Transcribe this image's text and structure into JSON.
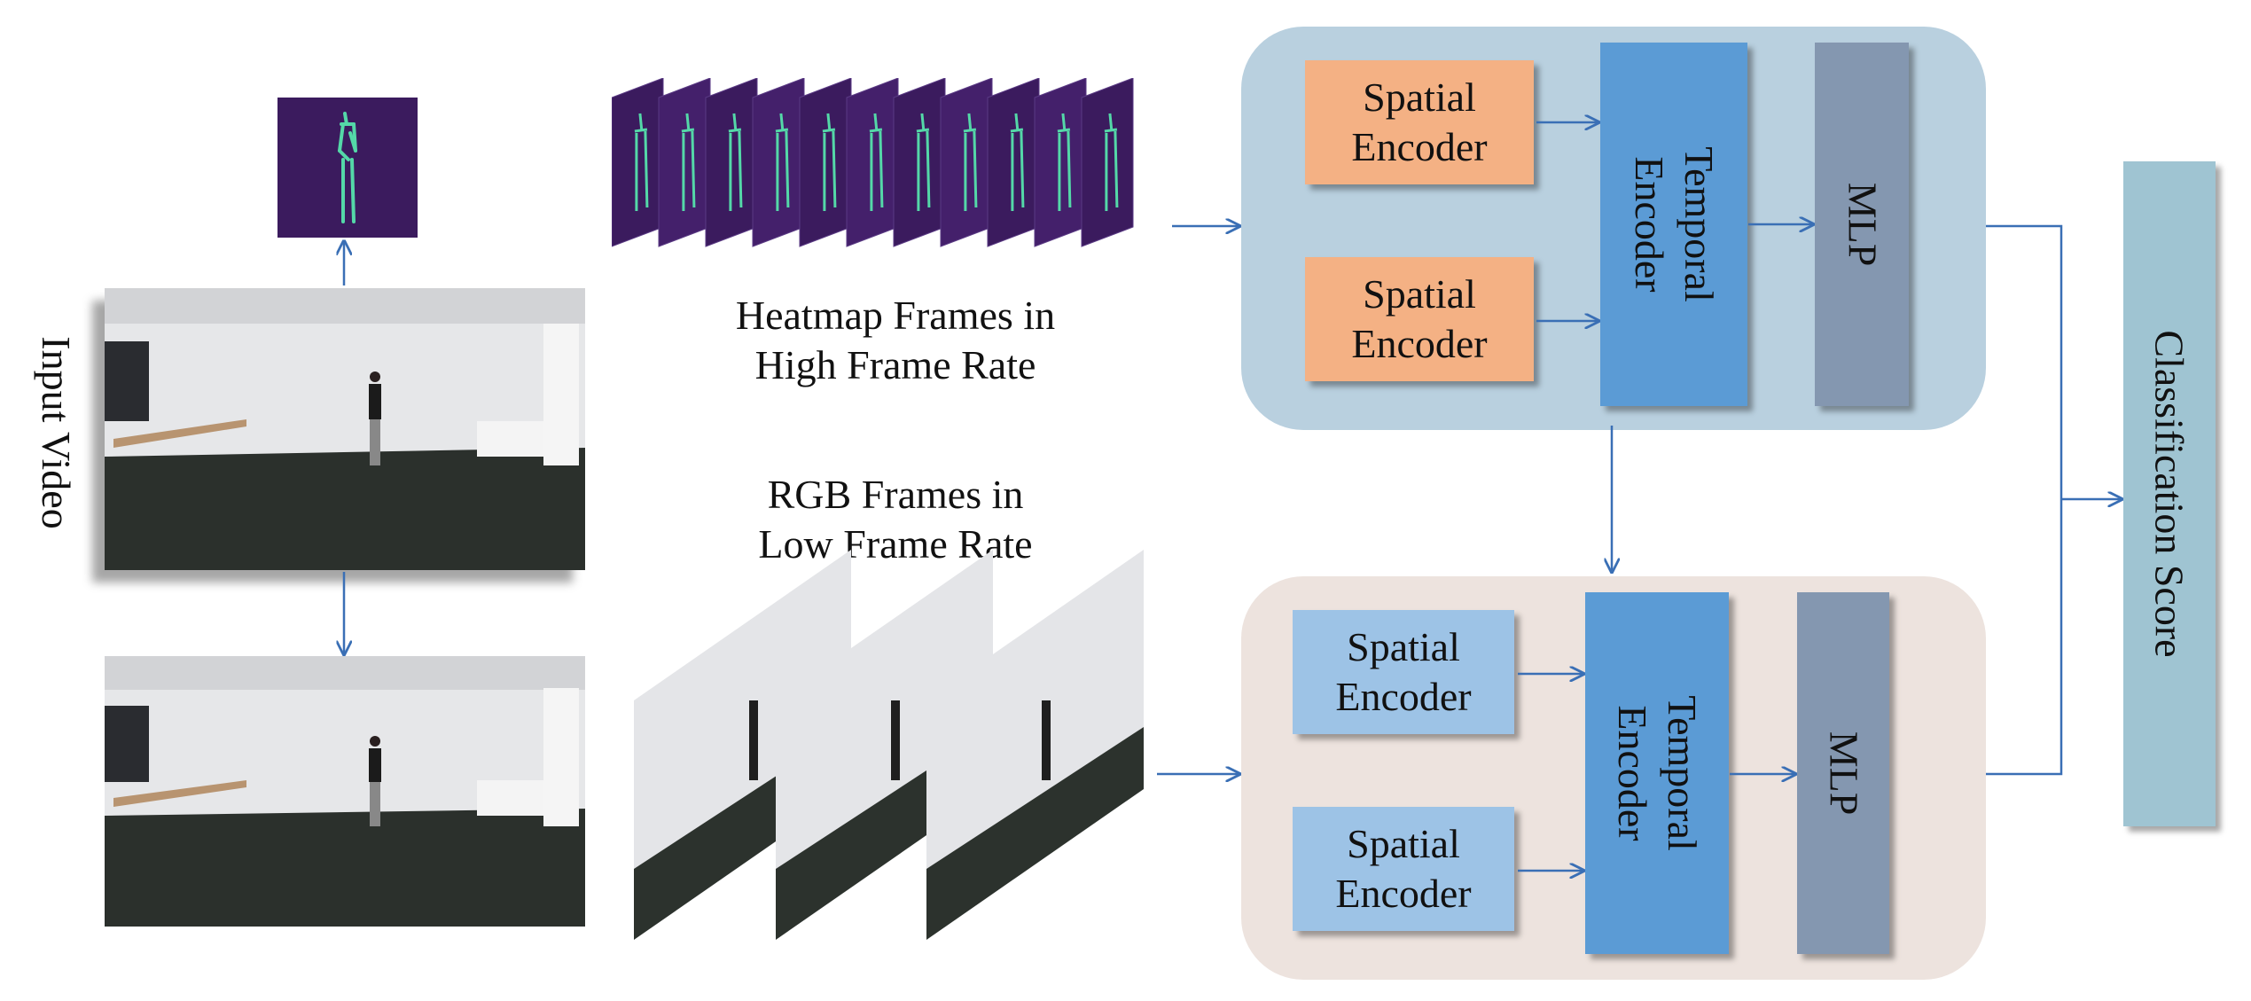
{
  "labels": {
    "input_video": "Input Video",
    "heatmap_line1": "Heatmap Frames in",
    "heatmap_line2": "High Frame Rate",
    "rgb_line1": "RGB Frames in",
    "rgb_line2": "Low Frame Rate",
    "classification": "Classification Score"
  },
  "heatmap_branch": {
    "spatial_encoder_1": [
      "Spatial",
      "Encoder"
    ],
    "spatial_encoder_2": [
      "Spatial",
      "Encoder"
    ],
    "temporal_encoder": [
      "Temporal",
      "Encoder"
    ],
    "mlp": "MLP"
  },
  "rgb_branch": {
    "spatial_encoder_1": [
      "Spatial",
      "Encoder"
    ],
    "spatial_encoder_2": [
      "Spatial",
      "Encoder"
    ],
    "temporal_encoder": [
      "Temporal",
      "Encoder"
    ],
    "mlp": "MLP"
  },
  "colors": {
    "arrow": "#3a6fb5",
    "heatmap_panel": "#b9d0df",
    "rgb_panel": "#ede3de",
    "spatial_orange": "#f4b184",
    "spatial_blue": "#9dc3e6",
    "temporal": "#5b9bd5",
    "mlp": "#8497b0",
    "classification": "#9fc4d2",
    "heatmap_bg": "#3b1b5e",
    "skeleton": "#54d8a8"
  }
}
